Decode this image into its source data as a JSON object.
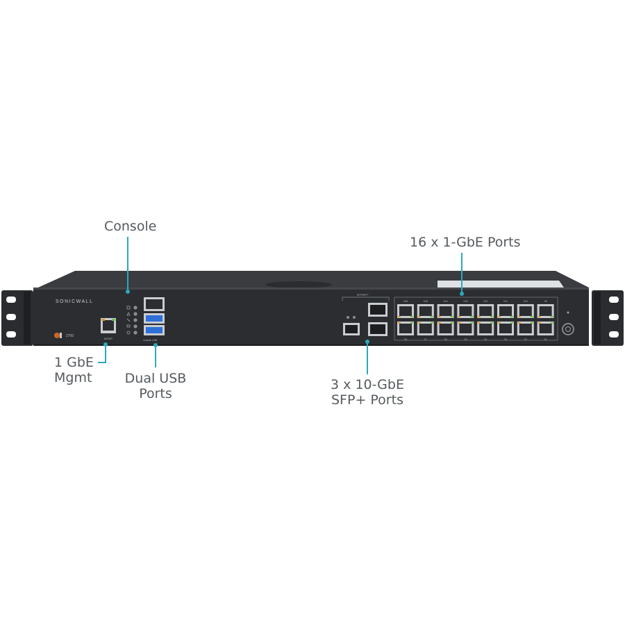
{
  "device": {
    "brand": "SONICWALL",
    "model": "2700",
    "port_labels": {
      "mgmt": "MGMT",
      "usb": "console  USB",
      "sfp_group": "SFP/SFP+",
      "ge_top": [
        "X16",
        "X15",
        "X14",
        "X13",
        "X12",
        "X11",
        "X10",
        "X9"
      ],
      "ge_bottom": [
        "X8",
        "X7",
        "X6",
        "X5",
        "X4",
        "X3",
        "X2",
        "X1"
      ]
    }
  },
  "callouts": {
    "console": "Console",
    "ge_ports": "16 x 1-GbE Ports",
    "mgmt_line1": "1 GbE",
    "mgmt_line2": "Mgmt",
    "usb_line1": "Dual USB",
    "usb_line2": "Ports",
    "sfp_line1": "3 x 10-GbE",
    "sfp_line2": "SFP+ Ports"
  },
  "colors": {
    "accent": "#2aa9be",
    "chassis": "#2b2d30",
    "chassis_top": "#3a3c40",
    "port_metal": "#c9cdd1",
    "text": "#555a5e"
  }
}
